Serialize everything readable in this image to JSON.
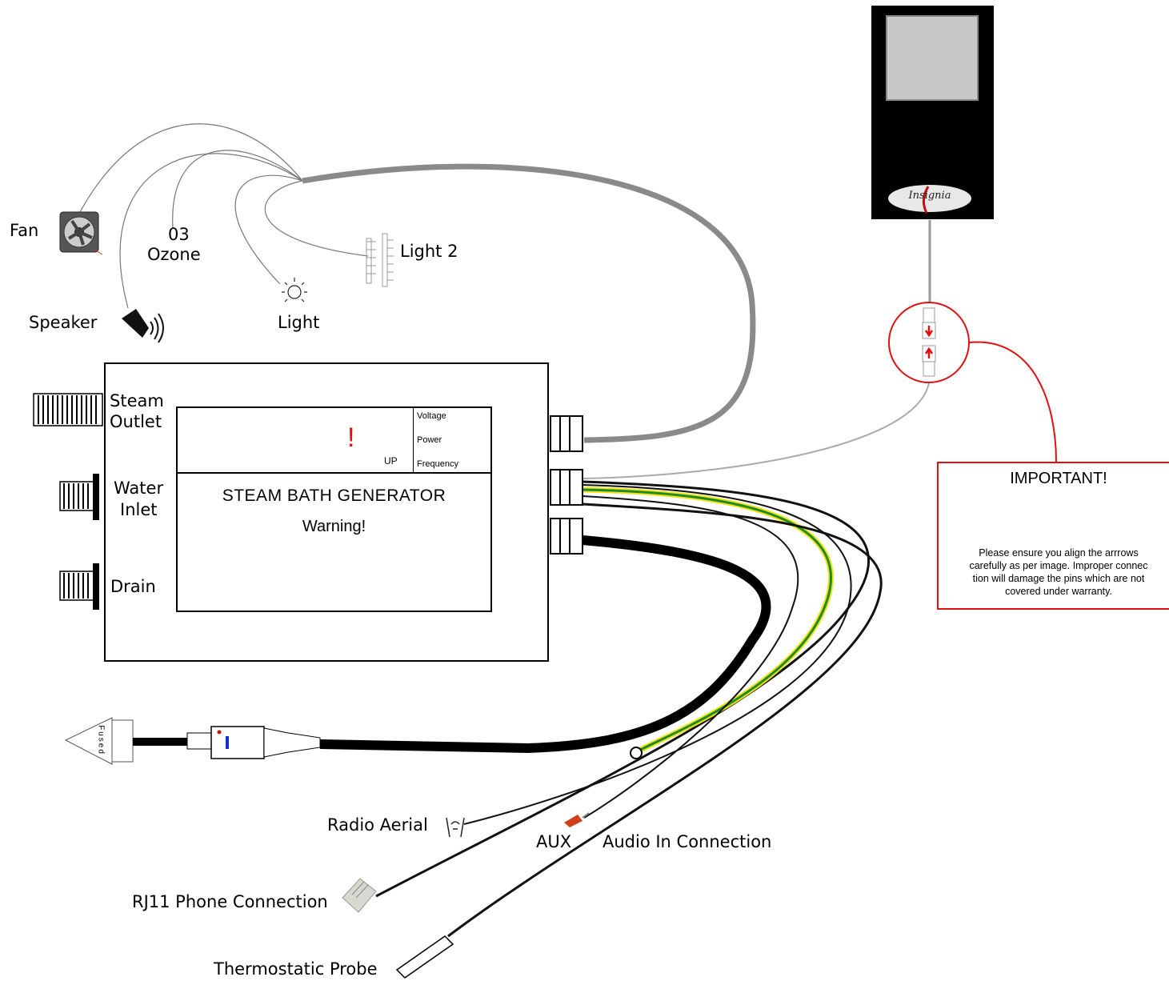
{
  "labels": {
    "fan": "Fan",
    "ozone_symbol": "03",
    "ozone": "Ozone",
    "light2": "Light 2",
    "speaker": "Speaker",
    "light": "Light",
    "steam_outlet_1": "Steam",
    "steam_outlet_2": "Outlet",
    "water_inlet_1": "Water",
    "water_inlet_2": "Inlet",
    "drain": "Drain",
    "radio_aerial": "Radio Aerial",
    "aux": "AUX",
    "audio_in": "Audio In Connection",
    "rj11": "RJ11 Phone Connection",
    "thermo_probe": "Thermostatic Probe",
    "fused": "Fused"
  },
  "panel": {
    "params": [
      "Voltage",
      "Power",
      "Frequency"
    ],
    "up": "UP",
    "title": "STEAM BATH GENERATOR",
    "warning": "Warning!",
    "exclaim": "!"
  },
  "controller": {
    "brand": "Insignia"
  },
  "important": {
    "title": "IMPORTANT!",
    "text": "Please ensure you align the arrrows\ncarefully as per image. Improper connec\ntion will damage the pins which are not\ncovered under warranty."
  },
  "colors": {
    "warning_red": "#e01010",
    "earth_yellow": "#f2e21a",
    "earth_green": "#1e8a2a",
    "cable_grey": "#8a8a8a"
  }
}
